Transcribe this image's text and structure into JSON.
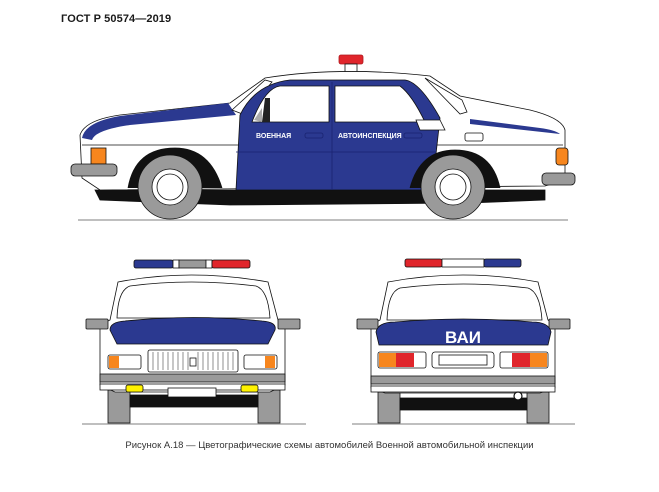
{
  "header": {
    "standard": "ГОСТ Р 50574—2019"
  },
  "side_view": {
    "door_label_front": "ВОЕННАЯ",
    "door_label_rear": "АВТОИНСПЕКЦИЯ"
  },
  "rear_view": {
    "hood_label": "ВАИ"
  },
  "caption": {
    "text": "Рисунок А.18 — Цветографические схемы автомобилей Военной автомобильной инспекции"
  },
  "colors": {
    "blue": "#2b3990",
    "red": "#e0252b",
    "orange": "#f7861e",
    "yellow": "#fff200",
    "gray": "#9a9a9a",
    "black": "#111111"
  }
}
